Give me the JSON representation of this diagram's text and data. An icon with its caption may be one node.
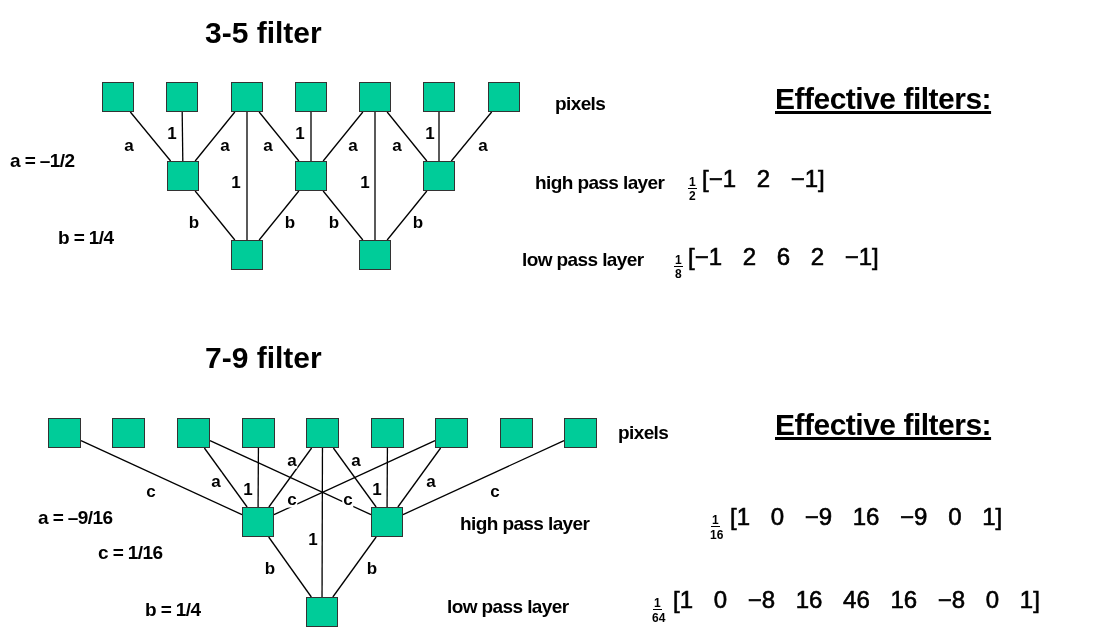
{
  "diagram": {
    "nodes": [
      {
        "text": [],
        "shape": "box"
      },
      {
        "text": [],
        "shape": "box"
      },
      {
        "text": [],
        "shape": "box"
      },
      {
        "text": [],
        "shape": "box"
      },
      {
        "text": [],
        "shape": "box"
      },
      {
        "text": [],
        "shape": "box"
      },
      {
        "text": [],
        "shape": "box"
      },
      {
        "text": [],
        "shape": "box"
      },
      {
        "text": [],
        "shape": "box"
      },
      {
        "text": [],
        "shape": "box"
      },
      {
        "text": [],
        "shape": "box"
      },
      {
        "text": [],
        "shape": "box"
      },
      {
        "text": [],
        "shape": "box"
      },
      {
        "text": [],
        "shape": "box"
      },
      {
        "text": [],
        "shape": "box"
      },
      {
        "text": [],
        "shape": "box"
      },
      {
        "text": [],
        "shape": "box"
      },
      {
        "text": [],
        "shape": "box"
      },
      {
        "text": [],
        "shape": "box"
      },
      {
        "text": [],
        "shape": "box"
      },
      {
        "text": [],
        "shape": "box"
      },
      {
        "text": [],
        "shape": "box"
      },
      {
        "text": [],
        "shape": "box"
      },
      {
        "text": [],
        "shape": "box"
      }
    ],
    "edges": [
      {
        "from": 0,
        "to": 7,
        "arrow": "none",
        "label": "a"
      },
      {
        "from": 1,
        "to": 7,
        "arrow": "none",
        "label": "1"
      },
      {
        "from": 2,
        "to": 7,
        "arrow": "none",
        "label": "a"
      },
      {
        "from": 2,
        "to": 10,
        "arrow": "none",
        "label": "1"
      },
      {
        "from": 2,
        "to": 8,
        "arrow": "none",
        "label": "a"
      },
      {
        "from": 3,
        "to": 8,
        "arrow": "none",
        "label": "1"
      },
      {
        "from": 4,
        "to": 8,
        "arrow": "none",
        "label": "a"
      },
      {
        "from": 4,
        "to": 11,
        "arrow": "none",
        "label": "1"
      },
      {
        "from": 4,
        "to": 9,
        "arrow": "none",
        "label": "a"
      },
      {
        "from": 5,
        "to": 9,
        "arrow": "none",
        "label": "1"
      },
      {
        "from": 6,
        "to": 9,
        "arrow": "none",
        "label": "a"
      },
      {
        "from": 7,
        "to": 10,
        "arrow": "none",
        "label": "b"
      },
      {
        "from": 8,
        "to": 10,
        "arrow": "none",
        "label": "b"
      },
      {
        "from": 8,
        "to": 11,
        "arrow": "none",
        "label": "b"
      },
      {
        "from": 9,
        "to": 11,
        "arrow": "none",
        "label": "b"
      },
      {
        "from": 12,
        "to": 21,
        "arrow": "none",
        "label": "c"
      },
      {
        "from": 14,
        "to": 21,
        "arrow": "none",
        "label": "a"
      },
      {
        "from": 15,
        "to": 21,
        "arrow": "none",
        "label": "1"
      },
      {
        "from": 16,
        "to": 21,
        "arrow": "none",
        "label": "a"
      },
      {
        "from": 18,
        "to": 21,
        "arrow": "none",
        "label": "c"
      },
      {
        "from": 14,
        "to": 22,
        "arrow": "none",
        "label": "c"
      },
      {
        "from": 16,
        "to": 22,
        "arrow": "none",
        "label": "a"
      },
      {
        "from": 17,
        "to": 22,
        "arrow": "none",
        "label": "1"
      },
      {
        "from": 18,
        "to": 22,
        "arrow": "none",
        "label": "a"
      },
      {
        "from": 20,
        "to": 22,
        "arrow": "none",
        "label": "c"
      },
      {
        "from": 16,
        "to": 23,
        "arrow": "none",
        "label": "1"
      },
      {
        "from": 21,
        "to": 23,
        "arrow": "none",
        "label": "b"
      },
      {
        "from": 22,
        "to": 23,
        "arrow": "none",
        "label": "b"
      }
    ],
    "labels": [
      "3-5 filter",
      "pixels",
      "Effective filters:",
      "a = –1/2",
      "high pass layer",
      "1",
      "2",
      "[−1 2 −1]",
      "b = 1/4",
      "low pass layer",
      "1",
      "8",
      "[−1 2 6 2 −1]",
      "7-9 filter",
      "pixels",
      "Effective filters:",
      "a = –9/16",
      "high pass layer",
      "1",
      "16",
      "[1 0 −9 16 −9 0 1]",
      "c = 1/16",
      "low pass layer",
      "1",
      "64",
      "[1 0 −8 16 46 16 −8 0 1]",
      "b = 1/4"
    ]
  }
}
